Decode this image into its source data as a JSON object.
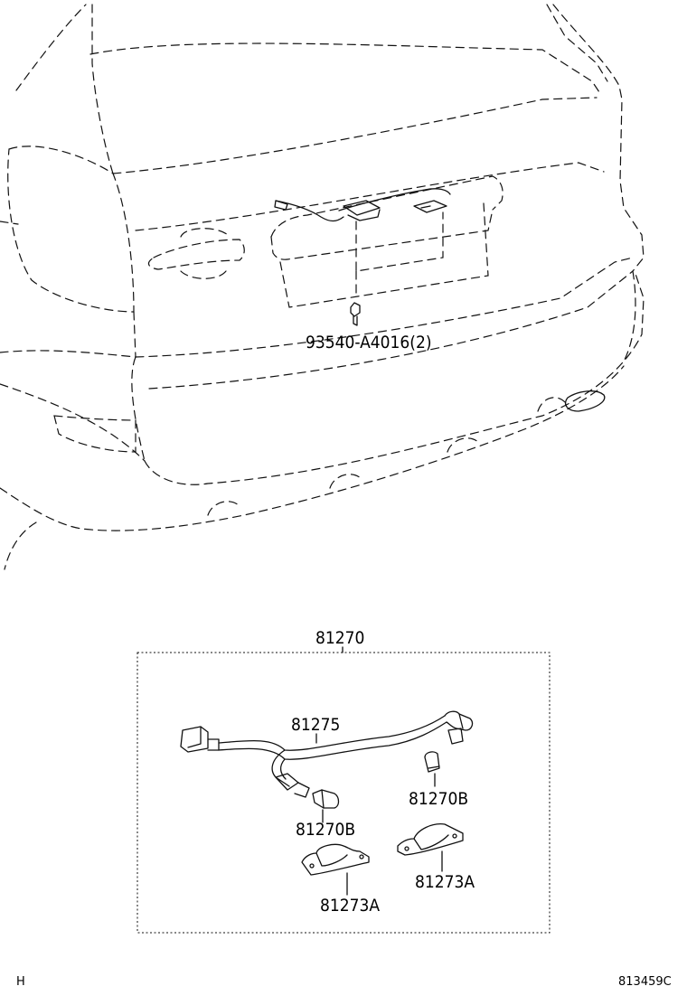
{
  "labels": {
    "screw": "93540-A4016(2)",
    "assembly": "81270",
    "harness": "81275",
    "bulb_right": "81270B",
    "bulb_left": "81270B",
    "lens_right": "81273A",
    "lens_left": "81273A"
  },
  "footer": {
    "left_code": "H",
    "right_code": "813459C"
  }
}
